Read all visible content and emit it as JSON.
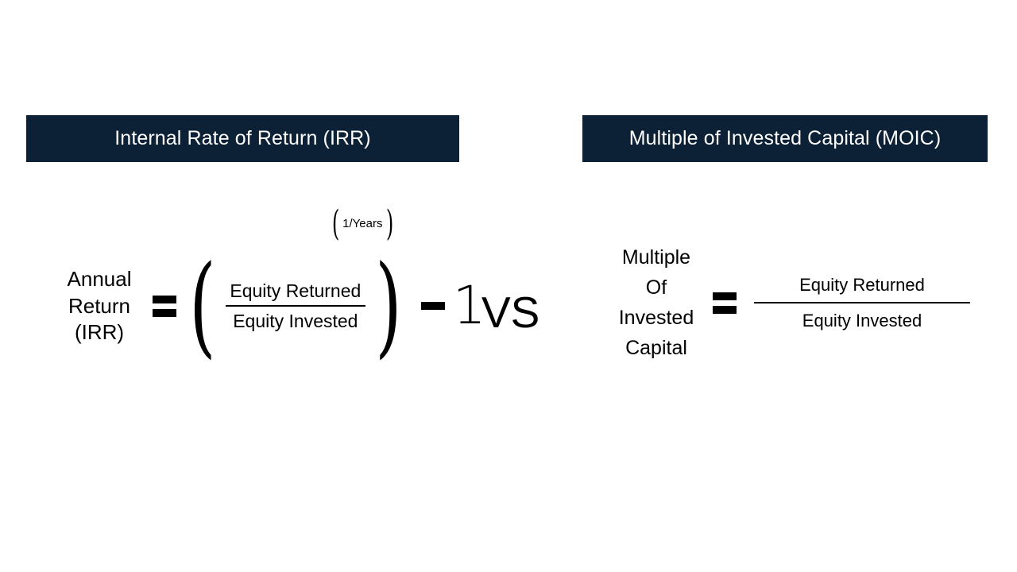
{
  "page": {
    "background": "#ffffff",
    "banner_color": "#0c2135",
    "text_color": "#000000"
  },
  "banners": {
    "left": "Internal Rate of Return (IRR)",
    "right": "Multiple of Invested Capital (MOIC)"
  },
  "irr_formula": {
    "label_line1": "Annual",
    "label_line2": "Return",
    "label_line3": "(IRR)",
    "equals": "=",
    "open_paren": "(",
    "close_paren": ")",
    "numerator": "Equity Returned",
    "denominator": "Equity Invested",
    "exponent_open": "(",
    "exponent": "1/Years",
    "exponent_close": ")",
    "minus": "-",
    "constant": "1"
  },
  "separator": {
    "label": "VS"
  },
  "moic_formula": {
    "label_line1": "Multiple",
    "label_line2": "Of",
    "label_line3": "Invested",
    "label_line4": "Capital",
    "equals": "=",
    "numerator": "Equity Returned",
    "denominator": "Equity Invested"
  }
}
